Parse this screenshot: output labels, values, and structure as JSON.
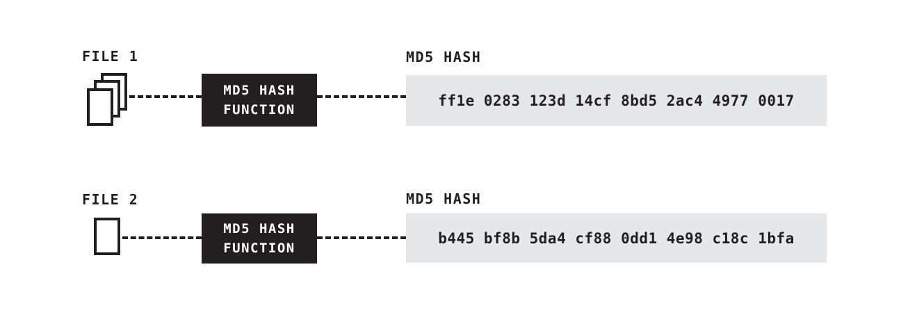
{
  "rows": [
    {
      "file_label": "FILE 1",
      "file_icon": "stacked-documents-icon",
      "function_box": {
        "line1": "MD5 HASH",
        "line2": "FUNCTION"
      },
      "hash_label": "MD5 HASH",
      "hash_value": "ff1e 0283 123d 14cf 8bd5 2ac4 4977 0017"
    },
    {
      "file_label": "FILE 2",
      "file_icon": "single-document-icon",
      "function_box": {
        "line1": "MD5 HASH",
        "line2": "FUNCTION"
      },
      "hash_label": "MD5 HASH",
      "hash_value": "b445 bf8b 5da4 cf88 0dd1 4e98 c18c 1bfa"
    }
  ],
  "colors": {
    "ink": "#231f20",
    "hash_background": "#e6e7e8",
    "background": "#ffffff"
  }
}
